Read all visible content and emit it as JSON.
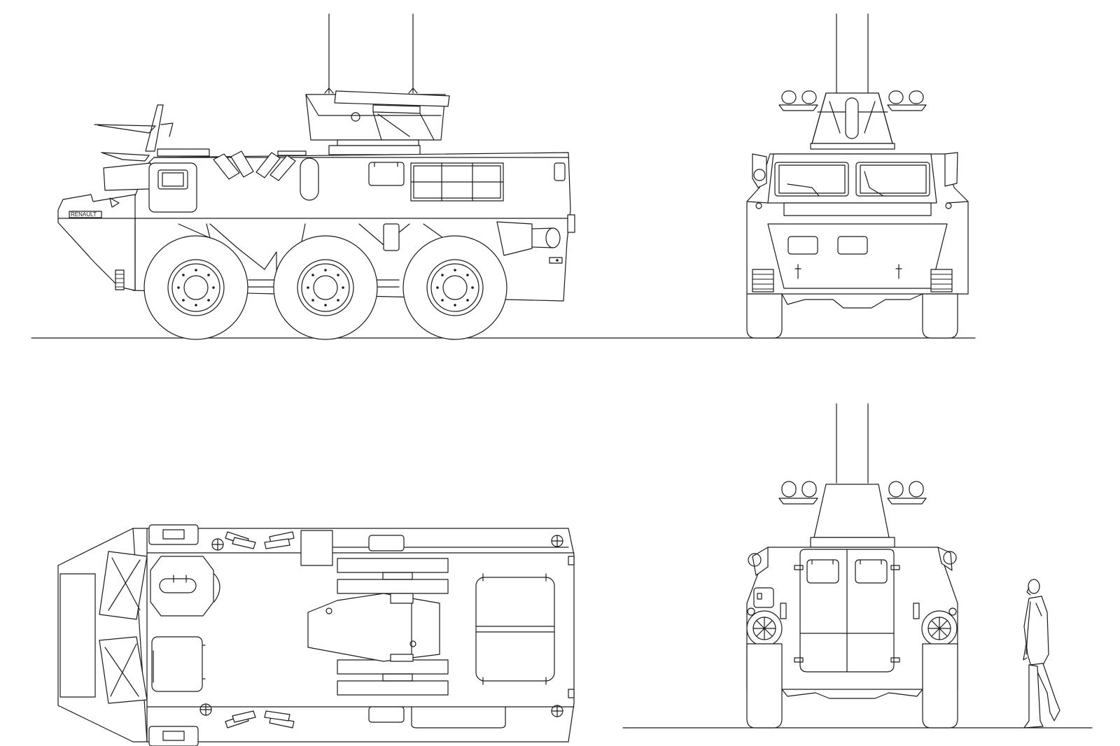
{
  "drawing": {
    "views": [
      "side",
      "front",
      "top",
      "rear"
    ],
    "brand_plate": "RENAULT",
    "line_color": "#1a1a1a",
    "background": "#ffffff",
    "scale_figure": "human-figure"
  }
}
